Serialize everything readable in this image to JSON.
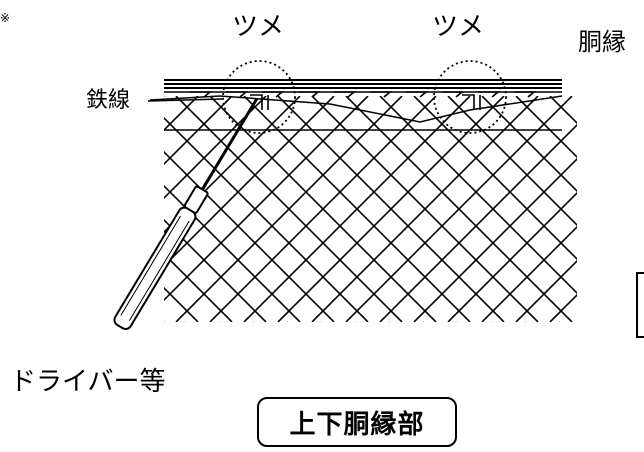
{
  "labels": {
    "tsume_1": "ツメ",
    "tsume_2": "ツメ",
    "doubuchi": "胴縁",
    "left_fragment": "※",
    "tessen": "鉄線",
    "driver": "ドライバー等"
  },
  "section_title": "上下胴縁部",
  "colors": {
    "line": "#000000",
    "background": "#ffffff"
  },
  "icons": {
    "tool": "screwdriver-icon",
    "mesh": "chain-link-fence",
    "highlight": "dotted-circle"
  }
}
